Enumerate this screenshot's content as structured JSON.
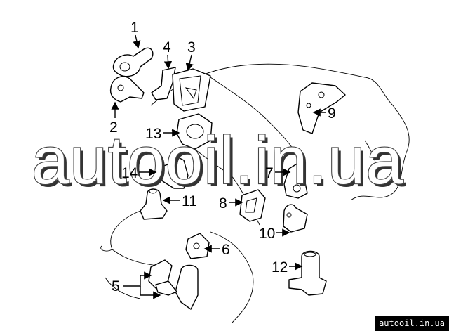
{
  "diagram": {
    "callouts": [
      "1",
      "2",
      "3",
      "4",
      "5",
      "6",
      "7",
      "8",
      "9",
      "10",
      "11",
      "12",
      "13",
      "14"
    ]
  },
  "watermark": "autooil.in.ua",
  "footer": "autooil.in.ua"
}
